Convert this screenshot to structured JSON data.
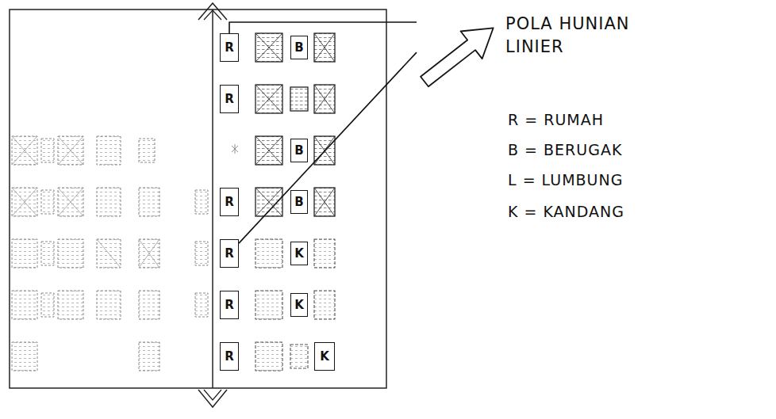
{
  "diagram": {
    "nodes": [
      {
        "text": [
          "POLA HUNIAN LINIER"
        ]
      },
      {
        "text": [
          "R"
        ]
      },
      {
        "text": [
          "B"
        ]
      },
      {
        "text": [
          "R"
        ]
      },
      {
        "text": [
          "B"
        ]
      },
      {
        "text": [
          "R"
        ]
      },
      {
        "text": [
          "B"
        ]
      },
      {
        "text": [
          "R"
        ]
      },
      {
        "text": [
          "K"
        ]
      },
      {
        "text": [
          "R"
        ]
      },
      {
        "text": [
          "K"
        ]
      },
      {
        "text": [
          "R"
        ]
      },
      {
        "text": [
          "K"
        ]
      }
    ],
    "edges": [
      {
        "from": 1,
        "to": 0,
        "arrow": "none"
      },
      {
        "from": 7,
        "to": 0,
        "arrow": "none"
      }
    ],
    "labels": [
      "R = RUMAH",
      "B = BERUGAK",
      "L = LUMBUNG",
      "K = KANDANG"
    ]
  }
}
